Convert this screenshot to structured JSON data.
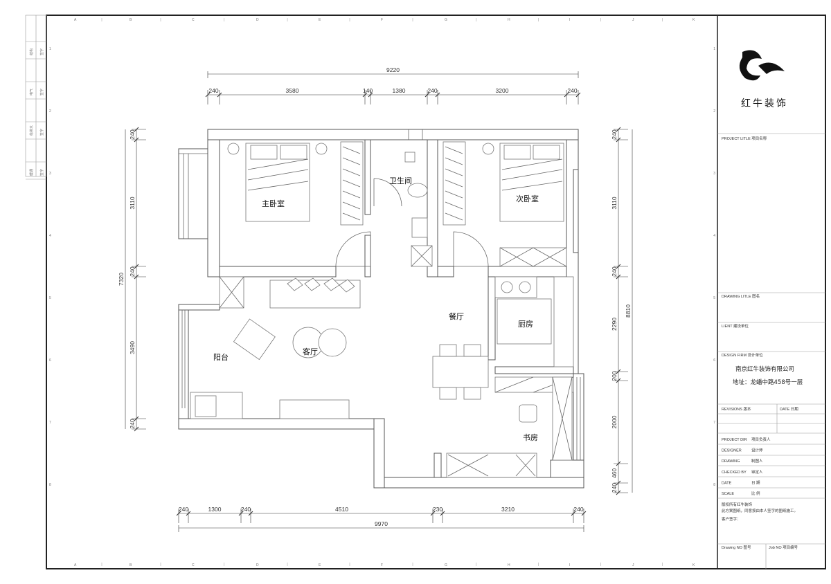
{
  "ruler": {
    "letters": [
      "A",
      "B",
      "C",
      "D",
      "E",
      "F",
      "G",
      "H",
      "I",
      "J",
      "K"
    ],
    "numbers": [
      "1",
      "2",
      "3",
      "4",
      "5",
      "6",
      "7",
      "8"
    ]
  },
  "left_strip": [
    {
      "a": "结构",
      "b": "签字"
    },
    {
      "a": "电气",
      "b": "签字"
    },
    {
      "a": "给排水",
      "b": "签字"
    },
    {
      "a": "暖通",
      "b": "签字"
    }
  ],
  "dimensions": {
    "top_total": "9220",
    "top": [
      "240",
      "3580",
      "140",
      "1380",
      "240",
      "3200",
      "240"
    ],
    "bottom_total": "9970",
    "bottom": [
      "240",
      "1300",
      "240",
      "4510",
      "230",
      "3210",
      "240"
    ],
    "left_total": "7320",
    "left": [
      "240",
      "3110",
      "240",
      "3490",
      "240"
    ],
    "right_total": "8810",
    "right": [
      "240",
      "3110",
      "240",
      "2290",
      "200",
      "2000",
      "460",
      "240"
    ]
  },
  "rooms": {
    "master_bedroom": "主卧室",
    "bathroom": "卫生间",
    "second_bedroom": "次卧室",
    "dining": "餐厅",
    "kitchen": "厨房",
    "living": "客厅",
    "balcony": "阳台",
    "study": "书房"
  },
  "title_block": {
    "brand": "红牛装饰",
    "project_title": "PROJECT LITLE   项目名称",
    "drawing_title": "DRAWING LITLE   图名",
    "client": "LIENT  建设单位",
    "design_firm": "DESIGN FIRM   设计单位",
    "company": "南京红牛装饰有限公司",
    "address": "地址：龙蟠中路458号一层",
    "revisions": "REVISIONS 版本",
    "date_col": "DATE 日期",
    "rows": [
      {
        "en": "PROJECT DIR",
        "zh": "项目负责人"
      },
      {
        "en": "DESIGNER",
        "zh": "设计师"
      },
      {
        "en": "DRAWING",
        "zh": "制图人"
      },
      {
        "en": "CHECKED BY",
        "zh": "审定人"
      },
      {
        "en": "DATE",
        "zh": "日  期"
      },
      {
        "en": "SCALE",
        "zh": "比  例"
      }
    ],
    "note1": "版权所有红牛装饰",
    "note2": "此方案图纸，同意按由本人签字的图纸施工。",
    "note3": "客户签字：",
    "drawing_no": "Drawing NO 图号",
    "job_no": "Job NO 项目编号"
  }
}
